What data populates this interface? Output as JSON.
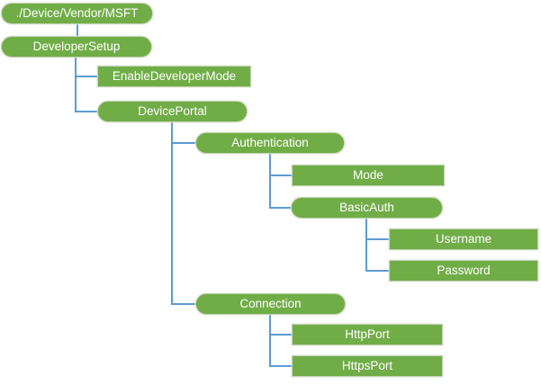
{
  "nodes": [
    {
      "label": "./Device/Vendor/MSFT",
      "shape": "pill",
      "parent": null
    },
    {
      "label": "DeveloperSetup",
      "shape": "pill",
      "parent": "./Device/Vendor/MSFT"
    },
    {
      "label": "EnableDeveloperMode",
      "shape": "rect",
      "parent": "DeveloperSetup"
    },
    {
      "label": "DevicePortal",
      "shape": "pill",
      "parent": "DeveloperSetup"
    },
    {
      "label": "Authentication",
      "shape": "pill",
      "parent": "DevicePortal"
    },
    {
      "label": "Mode",
      "shape": "rect",
      "parent": "Authentication"
    },
    {
      "label": "BasicAuth",
      "shape": "pill",
      "parent": "Authentication"
    },
    {
      "label": "Username",
      "shape": "rect",
      "parent": "BasicAuth"
    },
    {
      "label": "Password",
      "shape": "rect",
      "parent": "BasicAuth"
    },
    {
      "label": "Connection",
      "shape": "pill",
      "parent": "DevicePortal"
    },
    {
      "label": "HttpPort",
      "shape": "rect",
      "parent": "Connection"
    },
    {
      "label": "HttpsPort",
      "shape": "rect",
      "parent": "Connection"
    }
  ],
  "colors": {
    "node_fill": "#70AD47",
    "node_border": "#C9D6BA",
    "node_text": "#FFFFFF",
    "connector": "#5B9BD5",
    "background": "#FFFFFF"
  }
}
